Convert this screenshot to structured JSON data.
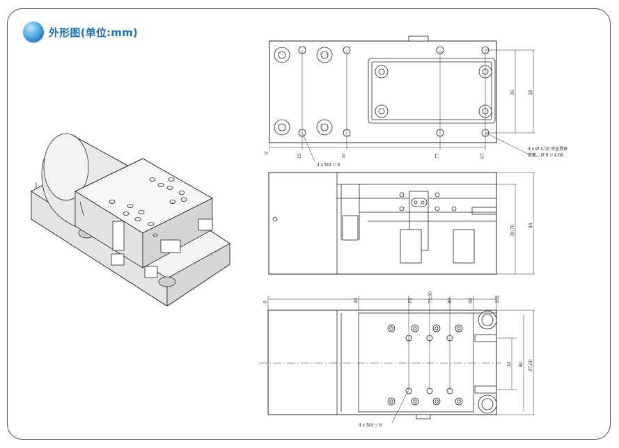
{
  "section": {
    "title": "外形图(单位:mm)"
  },
  "top_view": {
    "dim_x": [
      "0",
      "15",
      "35",
      "77",
      "97"
    ],
    "dim_y": [
      "36",
      "28"
    ],
    "note_holes": "4 x M4 ▽ 8",
    "note_cbore_line1": "4 x Ø 4.50 完全贯穿",
    "note_cbore_line2": "背面⌴ Ø 8 ▽ 4.60"
  },
  "side_view": {
    "dim_y": [
      "39.70",
      "44"
    ]
  },
  "bottom_view": {
    "dim_x": [
      "0",
      "40",
      "63",
      "71.50",
      "80",
      "90",
      "102"
    ],
    "dim_y": [
      "24",
      "46",
      "47.60"
    ],
    "note_holes": "4 x M4 ▽ 8"
  }
}
